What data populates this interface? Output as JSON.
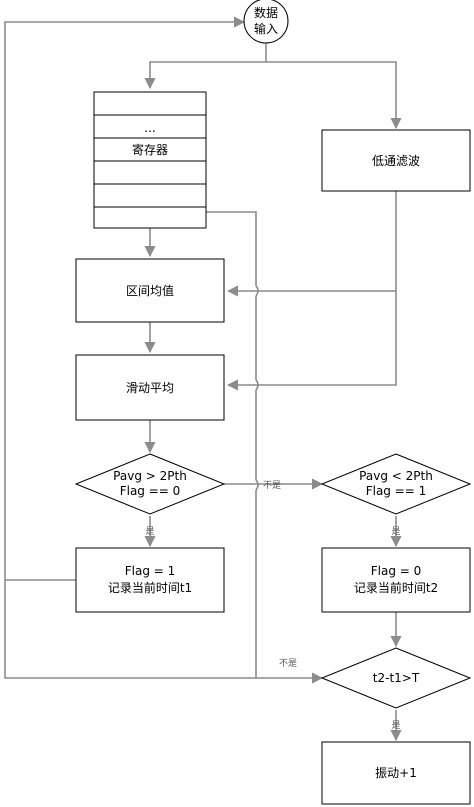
{
  "nodes": {
    "input": [
      "数据",
      "输入"
    ],
    "register": {
      "dots": "...",
      "label": "寄存器"
    },
    "lowpass": "低通滤波",
    "interval_mean": "区间均值",
    "moving_avg": "滑动平均",
    "decision1": [
      "Pavg > 2Pth",
      "Flag == 0"
    ],
    "action1": [
      "Flag = 1",
      "记录当前时间t1"
    ],
    "decision2": [
      "Pavg < 2Pth",
      "Flag == 1"
    ],
    "action2": [
      "Flag = 0",
      "记录当前时间t2"
    ],
    "decision3": "t2-t1>T",
    "result": "振动+1"
  },
  "edge_labels": {
    "yes1": "是",
    "no1": "不是",
    "yes2": "是",
    "yes3": "是",
    "no3": "不是"
  }
}
